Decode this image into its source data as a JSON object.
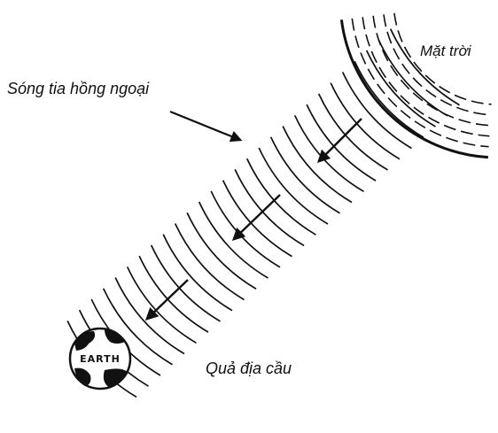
{
  "labels": {
    "sun": "Mặt trời",
    "infrared_waves": "Sóng tia hồng ngoại",
    "earth": "Quả địa cầu",
    "earth_body_text": "EARTH"
  },
  "colors": {
    "ink": "#111111",
    "background": "#ffffff"
  },
  "icons": {
    "sun": "sun-icon",
    "earth": "earth-globe-icon",
    "arrow": "arrow-icon"
  }
}
